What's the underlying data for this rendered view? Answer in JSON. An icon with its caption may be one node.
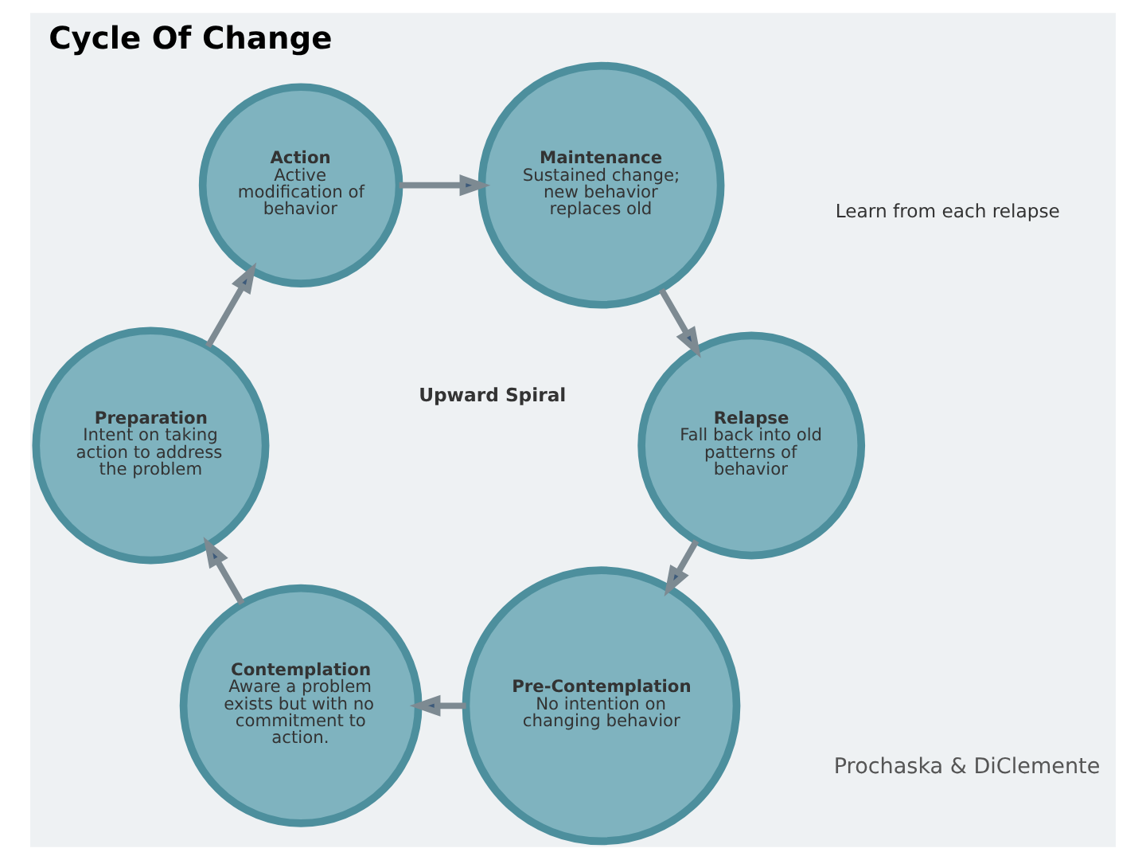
{
  "diagram": {
    "title": "Cycle Of Change",
    "nodes": [
      {
        "text": [
          "Pre-Contemplation",
          "No intention on changing behavior"
        ]
      },
      {
        "text": [
          "Contemplation",
          "Aware a problem exists but with no commitment to action."
        ]
      },
      {
        "text": [
          "Preparation",
          "Intent on taking action to address the problem"
        ]
      },
      {
        "text": [
          "Action",
          "Active modification of behavior"
        ]
      },
      {
        "text": [
          "Maintenance",
          "Sustained change; new behavior replaces old"
        ]
      },
      {
        "text": [
          "Relapse",
          "Fall back into old patterns of behavior"
        ]
      }
    ],
    "edges": [
      {
        "from": 0,
        "to": 1,
        "arrow": "to"
      },
      {
        "from": 1,
        "to": 2,
        "arrow": "to"
      },
      {
        "from": 2,
        "to": 3,
        "arrow": "to"
      },
      {
        "from": 3,
        "to": 4,
        "arrow": "to"
      },
      {
        "from": 4,
        "to": 5,
        "arrow": "to"
      },
      {
        "from": 5,
        "to": 0,
        "arrow": "to"
      }
    ],
    "labels": [
      "Prochaska & DiClemente",
      "Upward Spiral",
      "Learn from each relapse"
    ]
  }
}
